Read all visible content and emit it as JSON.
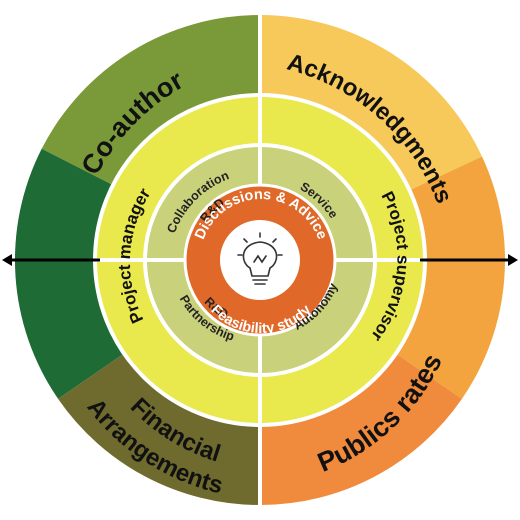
{
  "outer_ring": {
    "co_author": "Co-author",
    "acknowledgments": "Acknowledgments",
    "financial_line1": "Financial",
    "financial_line2": "Arrangements",
    "publics_rates": "Publics rates",
    "colors": {
      "top_left": "#7a9a3a",
      "left": "#1f6b35",
      "bottom_left": "#6f6a2e",
      "top_right": "#f6c95a",
      "right": "#f3a43f",
      "bottom_right": "#f08a3c"
    }
  },
  "middle_ring": {
    "project_manager": "Project manager",
    "project_supervisor": "Project supervisor",
    "color": "#e9e84c"
  },
  "inner_ring": {
    "collaboration_line1": "Collaboration",
    "collaboration_line2": "R&D",
    "service": "Service",
    "partnership_line1": "Partnership",
    "partnership_line2": "R&D",
    "autonomy": "Autonomy",
    "color": "#c9d27a"
  },
  "core": {
    "discussions": "Discussions & Advice",
    "feasibility": "Feasibility study",
    "color": "#e0692a",
    "icon": "lightbulb-icon"
  },
  "arrows": {
    "left": "arrow-left-icon",
    "right": "arrow-right-icon"
  }
}
